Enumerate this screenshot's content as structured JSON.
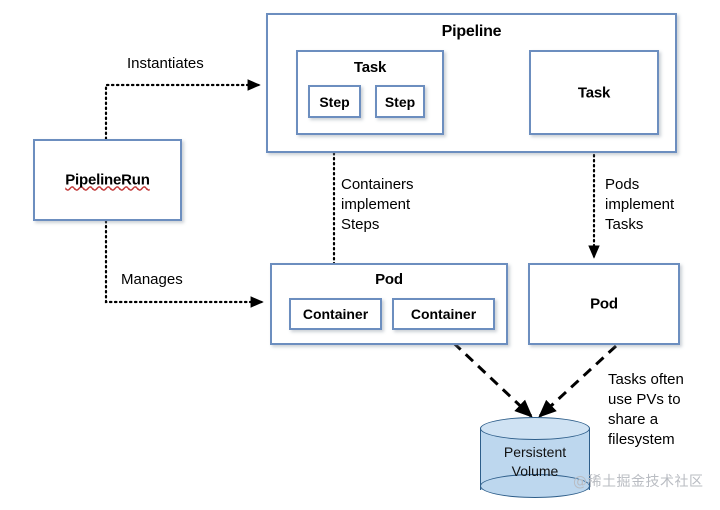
{
  "diagram": {
    "title_nodes": {
      "pipeline": "Pipeline",
      "task_left": "Task",
      "task_right": "Task",
      "step_1": "Step",
      "step_2": "Step",
      "pipelinerun": "PipelineRun",
      "pod_left": "Pod",
      "pod_right": "Pod",
      "container_1": "Container",
      "container_2": "Container",
      "persistent_volume": "Persistent\nVolume"
    },
    "edge_labels": {
      "instantiates": "Instantiates",
      "manages": "Manages",
      "containers_implement_steps": "Containers\nimplement\nSteps",
      "pods_implement_tasks": "Pods\nimplement\nTasks",
      "tasks_use_pvs": "Tasks often\nuse PVs to\nshare a\nfilesystem"
    },
    "watermark": "@稀土掘金技术社区",
    "colors": {
      "box_border": "#6C8EBF",
      "box_fill": "#FFFFFF",
      "cylinder_fill": "#BDD7EE",
      "cylinder_top_fill": "#CFE2F3",
      "cylinder_border": "#2E5E8A",
      "connector": "#000000",
      "spellcheck_underline": "#C23B3B",
      "watermark": "#B9BCC2"
    }
  }
}
